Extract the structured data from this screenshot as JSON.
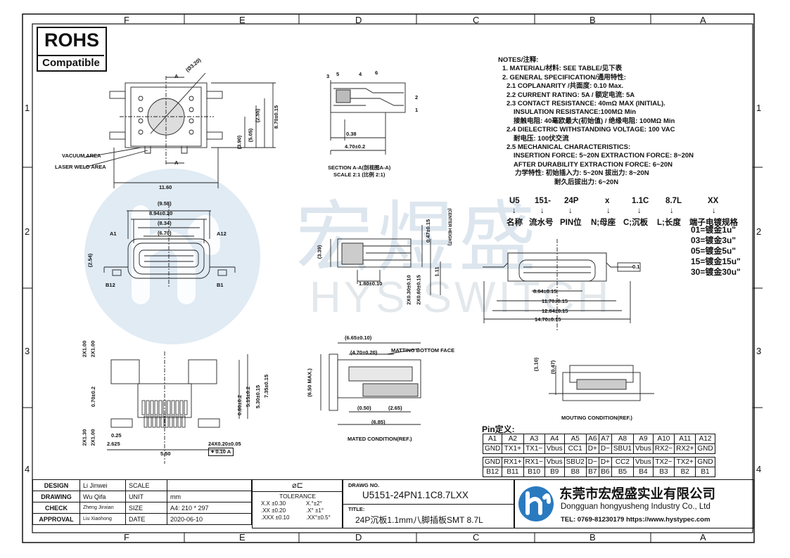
{
  "zones_top": [
    "F",
    "E",
    "D",
    "C",
    "B",
    "A"
  ],
  "zones_side": [
    "1",
    "2",
    "3",
    "4"
  ],
  "rohs": {
    "title": "ROHS",
    "subtitle": "Compatible"
  },
  "notes": [
    "NOTES/注释:",
    "1. MATERIAL/材料: SEE TABLE/见下表",
    "2. GENERAL SPECIFICATION/通用特性:",
    "2.1 COPLANARITY /共面度: 0.10 Max.",
    "2.2 CURRENT RATING: 5A / 额定电流: 5A",
    "2.3 CONTACT RESISTANCE: 40mΩ MAX (INITIAL).",
    "INSULATION RESISTANCE:100MΩ Min",
    "接触电阻: 40毫欧最大(初始值) / 绝缘电阻: 100MΩ Min",
    "2.4 DIELECTRIC WITHSTANDING VOLTAGE: 100 VAC",
    "耐电压: 100伏交流",
    "2.5 MECHANICAL CHARACTERISTICS:",
    "INSERTION FORCE: 5~20N EXTRACTION FORCE: 8~20N",
    "AFTER DURABILITY EXTRACTION FORCE: 6~20N",
    "力学特性: 初始插入力: 5~20N 拔出力: 8~20N",
    "耐久后拔出力: 6~20N"
  ],
  "part_code": {
    "segments": [
      "U5",
      "151-",
      "24P",
      "x",
      "1.1C",
      "8.7L",
      "XX"
    ],
    "arrow": "↓",
    "meanings": [
      "名称",
      "流水号",
      "PIN位",
      "N;母座",
      "C;沉板",
      "L;长度",
      "端子电镀规格"
    ],
    "plating": [
      "01=镀金1u\"",
      "03=镀金3u\"",
      "05=镀金5u\"",
      "15=镀金15u\"",
      "30=镀金30u\""
    ]
  },
  "labels": {
    "vacuum_area": "VACUUM AREA",
    "laser_weld": "LASER WELD AREA",
    "section_title": "SECTION A-A(剖视图A-A)",
    "section_scale": "SCALE 2:1 (比例 2:1)",
    "a_mark": "A",
    "a1": "A1",
    "a12": "A12",
    "b12": "B12",
    "b1": "B1",
    "matting": "MATTING BOTTOM FACE",
    "mated": "MATED CONDITION(REF.)",
    "mounting": "MOUTING CONDITION(REF.)",
    "center_height": "(CENTER HEIGHT)",
    "flatness": "0.1",
    "callouts": [
      "3",
      "5",
      "4",
      "6",
      "2",
      "1"
    ]
  },
  "dims": {
    "top_view": [
      "(Ø3.20)",
      "(2.55)",
      "(3.90)",
      "(5.05)",
      "8.70±0.15",
      "11.60"
    ],
    "section": [
      "0.38",
      "4.70±0.2"
    ],
    "front": [
      "(9.58)",
      "8.94±0.20",
      "(8.34)",
      "(6.70)",
      "(2.54)"
    ],
    "side": [
      "(3.39)",
      "0.47±0.15",
      "1.80±0.10",
      "1.11",
      "2X0.30±0.10",
      "2X0.60±0.15"
    ],
    "pcb_front": [
      "8.64±0.15",
      "11.70±0.15",
      "12.84±0.15",
      "14.70±0.15"
    ],
    "footprint": [
      "2X1.00",
      "2X1.00",
      "0.70±0.2",
      "0.80±0.2",
      "5.15±0.2",
      "5.30±0.15",
      "7.35±0.15",
      "2X1.30",
      "2X1.00",
      "0.25",
      "2.625",
      "5.50",
      "24X0.20±0.05",
      "0.10"
    ],
    "mated": [
      "(6.65±0.10)",
      "(4.70±0.20)",
      "(6.50 MAX.)",
      "(0.50)",
      "(2.65)",
      "(6.85)"
    ],
    "mounting": [
      "(1.10)",
      "(0.47)"
    ]
  },
  "pin_table": {
    "title": "Pin定义:",
    "rows": [
      [
        "A1",
        "A2",
        "A3",
        "A4",
        "A5",
        "A6",
        "A7",
        "A8",
        "A9",
        "A10",
        "A11",
        "A12"
      ],
      [
        "GND",
        "TX1+",
        "TX1−",
        "Vbus",
        "CC1",
        "D+",
        "D−",
        "SBU1",
        "Vbus",
        "RX2−",
        "RX2+",
        "GND"
      ],
      [
        "GND",
        "RX1+",
        "RX1−",
        "Vbus",
        "SBU2",
        "D−",
        "D+",
        "CC2",
        "Vbus",
        "TX2−",
        "TX2+",
        "GND"
      ],
      [
        "B12",
        "B11",
        "B10",
        "B9",
        "B8",
        "B7",
        "B6",
        "B5",
        "B4",
        "B3",
        "B2",
        "B1"
      ]
    ]
  },
  "title_block": {
    "design_label": "DESIGN",
    "design": "Li Jinwei",
    "drawing_label": "DRAWING",
    "drawing": "Wu Qifa",
    "check_label": "CHECK",
    "check": "Zheng Jinxian",
    "approval_label": "APPROVAL",
    "approval": "Liu Xiaohong",
    "scale_label": "SCALE",
    "scale": "",
    "unit_label": "UNIT",
    "unit": "mm",
    "size_label": "SIZE",
    "size": "A4: 210 * 297",
    "date_label": "DATE",
    "date": "2020-06-10",
    "tolerance_symbol": "⌀⊏",
    "tolerance_label": "TOLERANCE",
    "tol_rows": [
      [
        "X.X  ±0.30",
        "X.°±2°"
      ],
      [
        ".XX  ±0.20",
        ".X° ±1°"
      ],
      [
        ".XXX ±0.10",
        ".XX°±0.5°"
      ]
    ],
    "drawing_no_label": "DRAWG NO.",
    "drawing_no": "U5151-24PN1.1C8.7LXX",
    "title_label": "TITLE:",
    "title": "24P沉板1.1mm八脚插板SMT 8.7L",
    "company_cn": "东莞市宏煜盛实业有限公司",
    "company_en": "Dongguan hongyusheng Industry Co., Ltd",
    "contact": "TEL: 0769-81230179  https://www.hystypec.com"
  },
  "watermark": {
    "cn": "宏煜盛",
    "en": "HYS SWITCH"
  },
  "colors": {
    "line": "#111111",
    "watermark": "#c9dbea",
    "logo_blue": "#2a7ac0"
  }
}
